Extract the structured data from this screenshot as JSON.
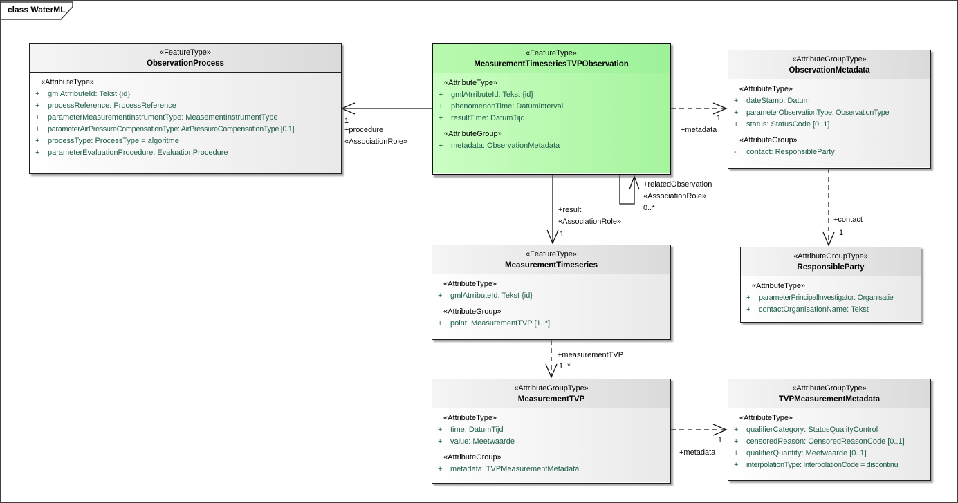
{
  "diagram": {
    "frame_label": "class WaterML"
  },
  "colors": {
    "highlight_fill": "#aef5a4",
    "header_fill": "#e3e3e3",
    "attribute_text": "#1e5c4a",
    "line": "#141414"
  },
  "classes": [
    {
      "stereotype": "«FeatureType»",
      "name": "ObservationProcess",
      "sections": [
        {
          "header": "«AttributeType»",
          "attributes": [
            {
              "vis": "+",
              "text": "gmlAtrributeId: Tekst {id}"
            },
            {
              "vis": "+",
              "text": "processReference: ProcessReference"
            },
            {
              "vis": "+",
              "text": "parameterMeasurementInstrumentType: MeasementInstrumentType"
            },
            {
              "vis": "+",
              "text": "parameterAirPressureCompensationType: AirPressureCompensationType [0.1]"
            },
            {
              "vis": "+",
              "text": "processType: ProcessType = algoritme"
            },
            {
              "vis": "+",
              "text": "parameterEvaluationProcedure: EvaluationProcedure"
            }
          ]
        }
      ]
    },
    {
      "stereotype": "«FeatureType»",
      "name": "MeasurementTimeseriesTVPObservation",
      "sections": [
        {
          "header": "«AttributeType»",
          "attributes": [
            {
              "vis": "+",
              "text": "gmlAtrributeId: Tekst {id}"
            },
            {
              "vis": "+",
              "text": "phenomenonTime: Datuminterval"
            },
            {
              "vis": "+",
              "text": "resultTime: DatumTijd"
            }
          ]
        },
        {
          "header": "«AttributeGroup»",
          "attributes": [
            {
              "vis": "+",
              "text": "metadata: ObservationMetadata"
            }
          ]
        }
      ]
    },
    {
      "stereotype": "«AttributeGroupType»",
      "name": "ObservationMetadata",
      "sections": [
        {
          "header": "«AttributeType»",
          "attributes": [
            {
              "vis": "+",
              "text": "dateStamp: Datum"
            },
            {
              "vis": "+",
              "text": "parameterObservationType: ObservationType"
            },
            {
              "vis": "+",
              "text": "status: StatusCode [0..1]"
            }
          ]
        },
        {
          "header": "«AttributeGroup»",
          "attributes": [
            {
              "vis": "-",
              "text": "contact: ResponsibleParty"
            }
          ]
        }
      ]
    },
    {
      "stereotype": "«FeatureType»",
      "name": "MeasurementTimeseries",
      "sections": [
        {
          "header": "«AttributeType»",
          "attributes": [
            {
              "vis": "+",
              "text": "gmlAtrributeId: Tekst {id}"
            }
          ]
        },
        {
          "header": "«AttributeGroup»",
          "attributes": [
            {
              "vis": "+",
              "text": "point: MeasurementTVP [1..*]"
            }
          ]
        }
      ]
    },
    {
      "stereotype": "«AttributeGroupType»",
      "name": "ResponsibleParty",
      "sections": [
        {
          "header": "«AttributeType»",
          "attributes": [
            {
              "vis": "+",
              "text": "parameterPrincipalInvestigator: Organisatie"
            },
            {
              "vis": "+",
              "text": "contactOrganisationName: Tekst"
            }
          ]
        }
      ]
    },
    {
      "stereotype": "«AttributeGroupType»",
      "name": "MeasurementTVP",
      "sections": [
        {
          "header": "«AttributeType»",
          "attributes": [
            {
              "vis": "+",
              "text": "time: DatumTijd"
            },
            {
              "vis": "+",
              "text": "value: Meetwaarde"
            }
          ]
        },
        {
          "header": "«AttributeGroup»",
          "attributes": [
            {
              "vis": "+",
              "text": "metadata: TVPMeasurementMetadata"
            }
          ]
        }
      ]
    },
    {
      "stereotype": "«AttributeGroupType»",
      "name": "TVPMeasurementMetadata",
      "sections": [
        {
          "header": "«AttributeType»",
          "attributes": [
            {
              "vis": "+",
              "text": "qualifierCategory: StatusQualityControl"
            },
            {
              "vis": "+",
              "text": "censoredReason: CensoredReasonCode [0..1]"
            },
            {
              "vis": "+",
              "text": "qualifierQuantity: Meetwaarde [0..1]"
            },
            {
              "vis": "+",
              "text": "interpolationType: InterpolationCode = discontinu"
            }
          ]
        }
      ]
    }
  ],
  "connectors": {
    "procedure": {
      "mult": "1",
      "name": "+procedure",
      "stereo": "«AssociationRole»"
    },
    "metadata_top": {
      "mult": "1",
      "name": "+metadata"
    },
    "result": {
      "name": "+result",
      "stereo": "«AssociationRole»",
      "mult": "1"
    },
    "related": {
      "name": "+relatedObservation",
      "stereo": "«AssociationRole»",
      "mult": "0..*"
    },
    "contact": {
      "name": "+contact",
      "mult": "1"
    },
    "measurementTVP": {
      "name": "+measurementTVP",
      "mult": "1..*"
    },
    "metadata_bottom": {
      "mult": "1",
      "name": "+metadata"
    }
  }
}
